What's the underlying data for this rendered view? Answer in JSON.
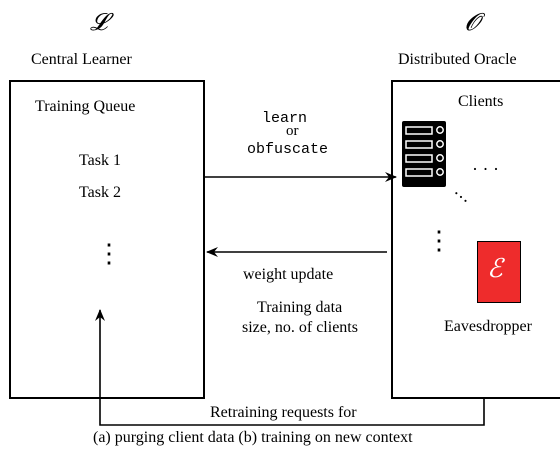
{
  "learner": {
    "symbol": "𝓛",
    "name": "Central Learner",
    "queue_title": "Training Queue",
    "tasks": [
      "Task 1",
      "Task 2"
    ],
    "ellipsis": "⋮"
  },
  "oracle": {
    "symbol": "𝓞",
    "name": "Distributed Oracle",
    "clients_label": "Clients",
    "ellipsis_h": "· · ·",
    "ellipsis_v": "⋮",
    "eavesdropper_symbol": "ℰ",
    "eavesdropper_label": "Eavesdropper"
  },
  "arrows": {
    "request_line1": "learn",
    "request_or": "or",
    "request_line2": "obfuscate",
    "response_line1": "weight update",
    "response_line2": "Training data",
    "response_line3": "size, no. of clients",
    "retrain_line1": "Retraining requests for",
    "retrain_line2": "(a) purging client data  (b) training on new context"
  },
  "colors": {
    "eavesdropper_fill": "#ee2c2c",
    "server_fill": "#000000"
  }
}
